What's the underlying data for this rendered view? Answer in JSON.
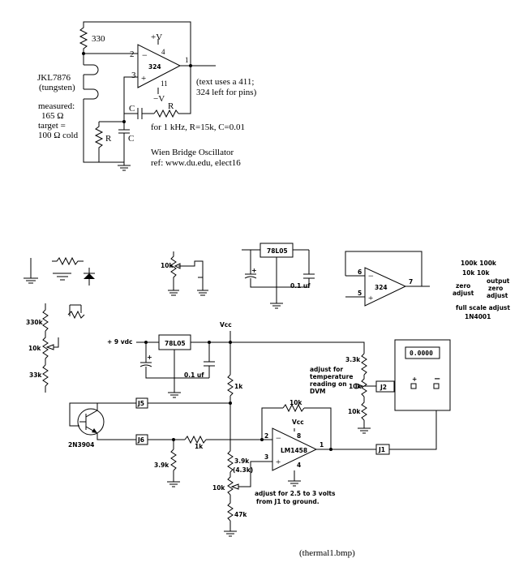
{
  "wien": {
    "r330": "330",
    "lamp_part": "JKL7876",
    "lamp_type": "(tungsten)",
    "measured": "measured:",
    "measured_val": "165 Ω",
    "target": "target =",
    "target_val": "100 Ω cold",
    "pin2": "2",
    "pin3": "3",
    "pin4": "4",
    "pin11": "11",
    "pin1": "1",
    "vplus": "+V",
    "vminus": "−V",
    "opamp": "324",
    "cap_c": "C",
    "res_r": "R",
    "note1": "(text uses a 411;",
    "note2": "324 left for pins)",
    "formula": "for 1 kHz, R=15k, C=0.01",
    "title": "Wien Bridge Oscillator",
    "ref": "ref: www.du.edu, elect16"
  },
  "legend": {
    "pot_10k": "10k",
    "reg": "78L05",
    "cap_01": "0.1 uf",
    "op_pin6": "6",
    "op_pin5": "5",
    "op_pin7": "7",
    "op_324": "324",
    "parts_line1": "100k  100k",
    "parts_line2": "10k    10k",
    "zero_adjust": "zero\nadjust",
    "output_zero_adjust": "output\nzero\nadjust",
    "full_scale": "full scale adjust",
    "diode": "1N4001",
    "div_330k": "330k",
    "div_10k": "10k",
    "div_33k": "33k"
  },
  "main": {
    "supply": "+ 9 vdc",
    "vcc": "Vcc",
    "reg": "78L05",
    "cap_01": "0.1 uf",
    "r_1k_top": "1k",
    "j5": "J5",
    "j6": "J6",
    "transistor": "2N3904",
    "r_1k": "1k",
    "r_39k": "3.9k",
    "r_10k_fb": "10k",
    "op_vcc": "Vcc",
    "op_pin8": "8",
    "op_pin2": "2",
    "op_pin3": "3",
    "op_pin4": "4",
    "op_pin1": "1",
    "opamp": "LM1458",
    "r_39k_b": "3.9k",
    "r_43k": "(4.3k)",
    "pot_10k": "10k",
    "r_47k": "47k",
    "adjust_note": "adjust for 2.5  to 3 volts\nfrom J1 to ground.",
    "r_33k": "3.3k",
    "pot_10k_r": "10k",
    "r_10k_r": "10k",
    "temp_note": "adjust for\ntemperature\nreading on\nDVM",
    "j2": "J2",
    "j1": "J1",
    "dvm_display": "0.0000",
    "dvm_plus": "+",
    "dvm_minus": "−"
  },
  "caption": "(thermal1.bmp)"
}
